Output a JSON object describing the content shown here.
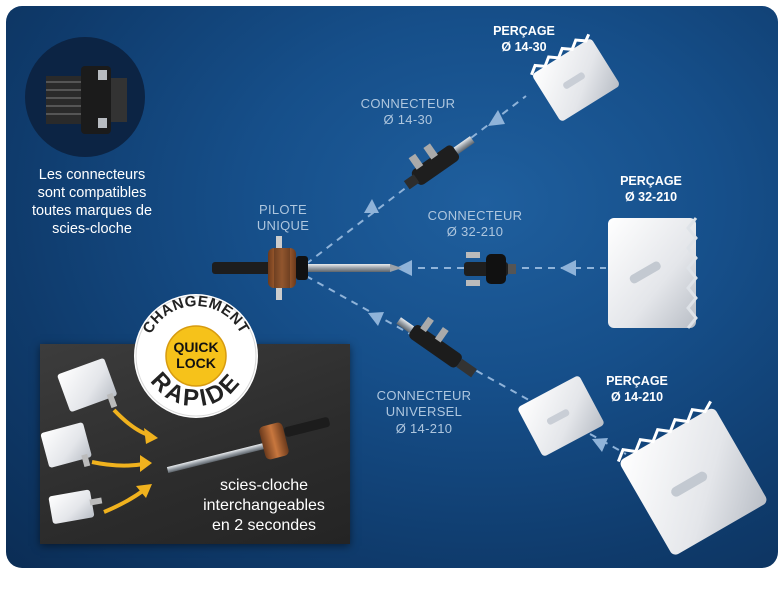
{
  "connector_info": {
    "line1": "Les connecteurs",
    "line2": "sont compatibles",
    "line3": "toutes marques de",
    "line4": "scies-cloche"
  },
  "pilot": {
    "line1": "PILOTE",
    "line2": "UNIQUE"
  },
  "connecteurs": [
    {
      "line1": "CONNECTEUR",
      "line2": "Ø 14-30"
    },
    {
      "line1": "CONNECTEUR",
      "line2": "Ø 32-210"
    },
    {
      "line1": "CONNECTEUR",
      "line2": "UNIVERSEL",
      "line3": "Ø 14-210"
    }
  ],
  "percages": [
    {
      "line1": "PERÇAGE",
      "line2": "Ø 14-30"
    },
    {
      "line1": "PERÇAGE",
      "line2": "Ø 32-210"
    },
    {
      "line1": "PERÇAGE",
      "line2": "Ø 14-210"
    }
  ],
  "badge": {
    "top": "CHANGEMENT",
    "center1": "QUICK",
    "center2": "LOCK",
    "bottom": "RAPIDE"
  },
  "quick_change": {
    "line1": "scies-cloche",
    "line2": "interchangeables",
    "line3": "en 2 secondes"
  },
  "colors": {
    "background": "#164f8a",
    "arrow": "#8fb3d9",
    "badge_yellow": "#f6c21a",
    "yellow_arrow": "#f0b21e"
  }
}
